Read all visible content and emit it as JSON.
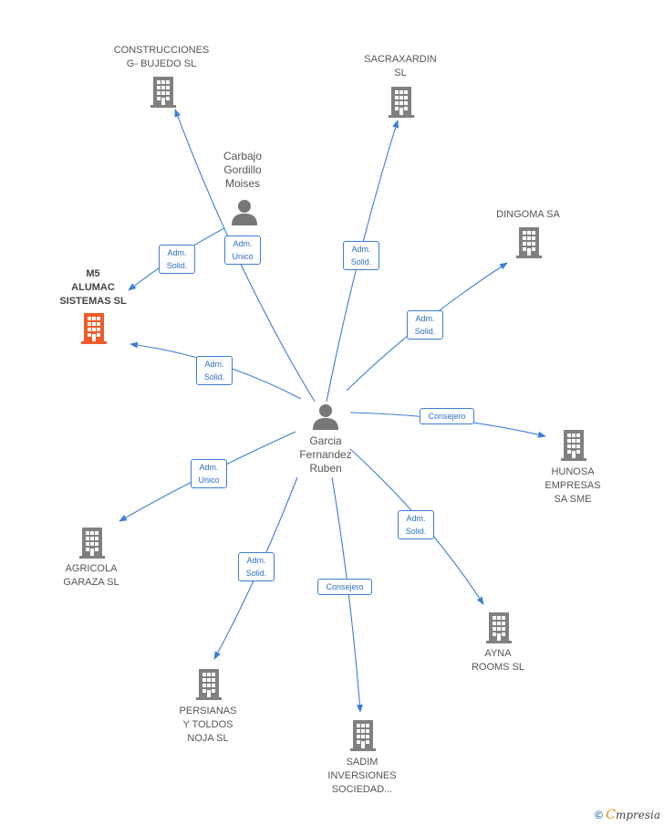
{
  "colors": {
    "edge": "#3b7ed6",
    "building": "#808080",
    "focus_building": "#f05a28",
    "person": "#777777"
  },
  "persons": [
    {
      "id": "garcia",
      "name": "Garcia\nFernandez\nRuben"
    },
    {
      "id": "carbajo",
      "name": "Carbajo\nGordillo\nMoises"
    }
  ],
  "companies": [
    {
      "id": "construcciones",
      "name": "CONSTRUCCIONES\nG- BUJEDO SL"
    },
    {
      "id": "sacraxardin",
      "name": "SACRAXARDIN\nSL"
    },
    {
      "id": "dingoma",
      "name": "DINGOMA SA"
    },
    {
      "id": "m5",
      "name": "M5\nALUMAC\nSISTEMAS  SL",
      "focus": true
    },
    {
      "id": "hunosa",
      "name": "HUNOSA\nEMPRESAS\nSA SME"
    },
    {
      "id": "agricola",
      "name": "AGRICOLA\nGARAZA  SL"
    },
    {
      "id": "ayna",
      "name": "AYNA\nROOMS  SL"
    },
    {
      "id": "persianas",
      "name": "PERSIANAS\nY TOLDOS\nNOJA  SL"
    },
    {
      "id": "sadim",
      "name": "SADIM\nINVERSIONES\nSOCIEDAD..."
    }
  ],
  "relations": [
    {
      "from": "garcia",
      "to": "construcciones",
      "label": "Adm.\nUnico"
    },
    {
      "from": "garcia",
      "to": "sacraxardin",
      "label": "Adm.\nSolid."
    },
    {
      "from": "garcia",
      "to": "dingoma",
      "label": "Adm.\nSolid."
    },
    {
      "from": "garcia",
      "to": "m5",
      "label": "Adm.\nSolid."
    },
    {
      "from": "carbajo",
      "to": "m5",
      "label": "Adm.\nSolid."
    },
    {
      "from": "garcia",
      "to": "hunosa",
      "label": "Consejero"
    },
    {
      "from": "garcia",
      "to": "agricola",
      "label": "Adm.\nUnico"
    },
    {
      "from": "garcia",
      "to": "ayna",
      "label": "Adm.\nSolid."
    },
    {
      "from": "garcia",
      "to": "persianas",
      "label": "Adm.\nSolid."
    },
    {
      "from": "garcia",
      "to": "sadim",
      "label": "Consejero"
    }
  ],
  "brand": {
    "copyright": "©",
    "first": "C",
    "rest": "mpresia"
  }
}
